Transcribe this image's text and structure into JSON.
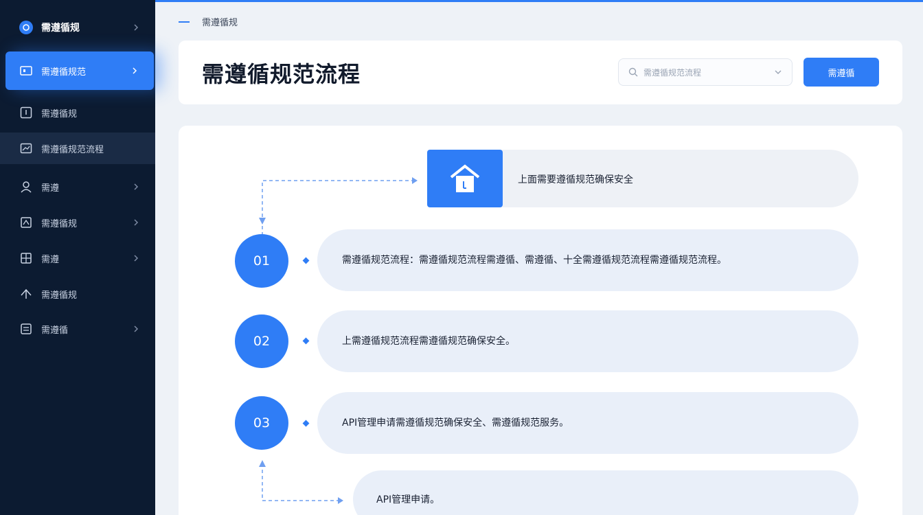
{
  "accent_color": "#2f7df6",
  "sidebar": {
    "brand": "需遵循规",
    "items": [
      {
        "label": "需遵循规范",
        "icon": "monitor-icon",
        "active": true,
        "chevron": true
      },
      {
        "label": "需遵循规",
        "icon": "info-icon",
        "chevron": false
      },
      {
        "label": "需遵循规范流程",
        "icon": "chart-icon",
        "chevron": false
      },
      {
        "label": "需遵",
        "icon": "user-icon",
        "chevron": true
      },
      {
        "label": "需遵循规",
        "icon": "document-icon",
        "chevron": true
      },
      {
        "label": "需遵",
        "icon": "grid-icon",
        "chevron": true
      },
      {
        "label": "需遵循规",
        "icon": "upload-icon",
        "chevron": false
      },
      {
        "label": "需遵循",
        "icon": "list-icon",
        "chevron": true
      }
    ]
  },
  "breadcrumb": "需遵循规",
  "header": {
    "title": "需遵循规范流程",
    "search_placeholder": "需遵循规范流程",
    "button_label": "需遵循"
  },
  "flow": {
    "top_text": "上面需要遵循规范确保安全",
    "steps": [
      {
        "number": "01",
        "text": "需遵循规范流程：需遵循规范流程需遵循、需遵循、十全需遵循规范流程需遵循规范流程。"
      },
      {
        "number": "02",
        "text": "上需遵循规范流程需遵循规范确保安全。"
      },
      {
        "number": "03",
        "text": "API管理申请需遵循规范确保安全、需遵循规范服务。"
      }
    ],
    "bottom_text": "API管理申请。"
  }
}
